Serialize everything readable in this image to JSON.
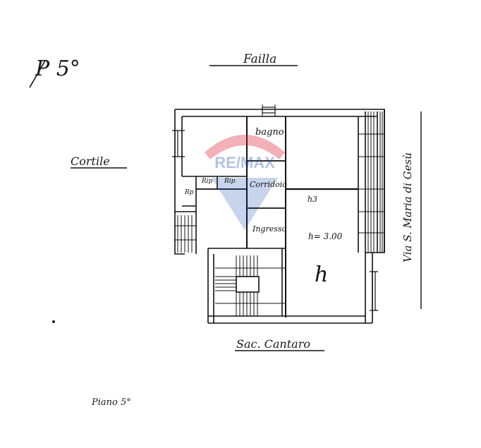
{
  "header": {
    "floor_mark": "P 5°",
    "north_street": "Failla"
  },
  "surroundings": {
    "west_label": "Cortile",
    "south_street": "Sac. Cantaro",
    "east_street": "Via S. Maria di Gesù"
  },
  "rooms": {
    "bathroom": "bagno",
    "storage_1": "Rip",
    "storage_2": "Rip",
    "storage_small": "Rp",
    "corridor": "Corridoio",
    "entrance": "Ingresso",
    "height_mark": "h3",
    "height_value": "h= 3.00",
    "h_letter": "h"
  },
  "footer": {
    "floor_label": "Piano 5°"
  },
  "watermark": {
    "brand": "RE/MAX",
    "color_red": "#dc1c2e",
    "color_blue": "#003da5"
  }
}
